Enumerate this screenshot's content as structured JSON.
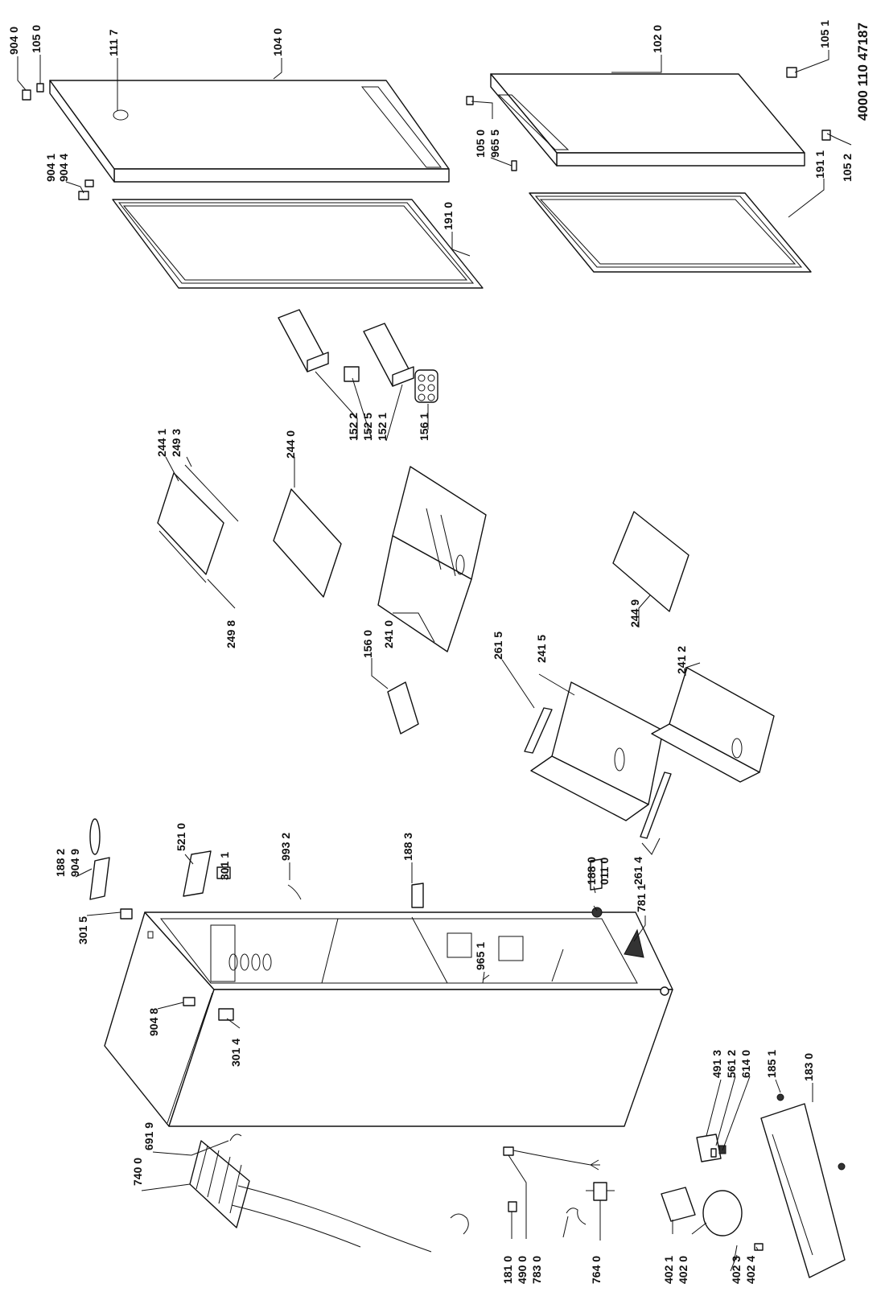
{
  "document_number": "4000 110 47187",
  "callouts": [
    {
      "id": "c9040a",
      "label": "904 0"
    },
    {
      "id": "c1050a",
      "label": "105 0"
    },
    {
      "id": "c1117",
      "label": "111 7"
    },
    {
      "id": "c1040",
      "label": "104 0"
    },
    {
      "id": "c1020",
      "label": "102 0"
    },
    {
      "id": "c1051",
      "label": "105 1"
    },
    {
      "id": "c1050b",
      "label": "105 0"
    },
    {
      "id": "c9655",
      "label": "965 5"
    },
    {
      "id": "c9041",
      "label": "904 1"
    },
    {
      "id": "c9044",
      "label": "904 4"
    },
    {
      "id": "c1910",
      "label": "191 0"
    },
    {
      "id": "c1911",
      "label": "191 1"
    },
    {
      "id": "c1052",
      "label": "105 2"
    },
    {
      "id": "c1522",
      "label": "152 2"
    },
    {
      "id": "c1525",
      "label": "152 5"
    },
    {
      "id": "c1521",
      "label": "152 1"
    },
    {
      "id": "c1561",
      "label": "156 1"
    },
    {
      "id": "c2441",
      "label": "244 1"
    },
    {
      "id": "c2493",
      "label": "249 3"
    },
    {
      "id": "c2440",
      "label": "244 0"
    },
    {
      "id": "c2498",
      "label": "249 8"
    },
    {
      "id": "c2410",
      "label": "241 0"
    },
    {
      "id": "c1560",
      "label": "156 0"
    },
    {
      "id": "c2615",
      "label": "261 5"
    },
    {
      "id": "c2415",
      "label": "241 5"
    },
    {
      "id": "c2449",
      "label": "244 9"
    },
    {
      "id": "c2412",
      "label": "241 2"
    },
    {
      "id": "c1882",
      "label": "188 2"
    },
    {
      "id": "c9049",
      "label": "904 9"
    },
    {
      "id": "c5210",
      "label": "521 0"
    },
    {
      "id": "c3011",
      "label": "301 1"
    },
    {
      "id": "c9932",
      "label": "993 2"
    },
    {
      "id": "c1883",
      "label": "188 3"
    },
    {
      "id": "c1880",
      "label": "188 0"
    },
    {
      "id": "c0110",
      "label": "011 0"
    },
    {
      "id": "c2614",
      "label": "261 4"
    },
    {
      "id": "c7811",
      "label": "781 1"
    },
    {
      "id": "c3015",
      "label": "301 5"
    },
    {
      "id": "c9651",
      "label": "965 1"
    },
    {
      "id": "c9048",
      "label": "904 8"
    },
    {
      "id": "c3014",
      "label": "301 4"
    },
    {
      "id": "c4913",
      "label": "491 3"
    },
    {
      "id": "c5612",
      "label": "561 2"
    },
    {
      "id": "c6140",
      "label": "614 0"
    },
    {
      "id": "c1851",
      "label": "185 1"
    },
    {
      "id": "c1830",
      "label": "183 0"
    },
    {
      "id": "c6919",
      "label": "691 9"
    },
    {
      "id": "c7400",
      "label": "740 0"
    },
    {
      "id": "c1810",
      "label": "181 0"
    },
    {
      "id": "c4900",
      "label": "490 0"
    },
    {
      "id": "c7830",
      "label": "783 0"
    },
    {
      "id": "c7640",
      "label": "764 0"
    },
    {
      "id": "c4021",
      "label": "402 1"
    },
    {
      "id": "c4020",
      "label": "402 0"
    },
    {
      "id": "c4023",
      "label": "402 3"
    },
    {
      "id": "c4024",
      "label": "402 4"
    }
  ]
}
